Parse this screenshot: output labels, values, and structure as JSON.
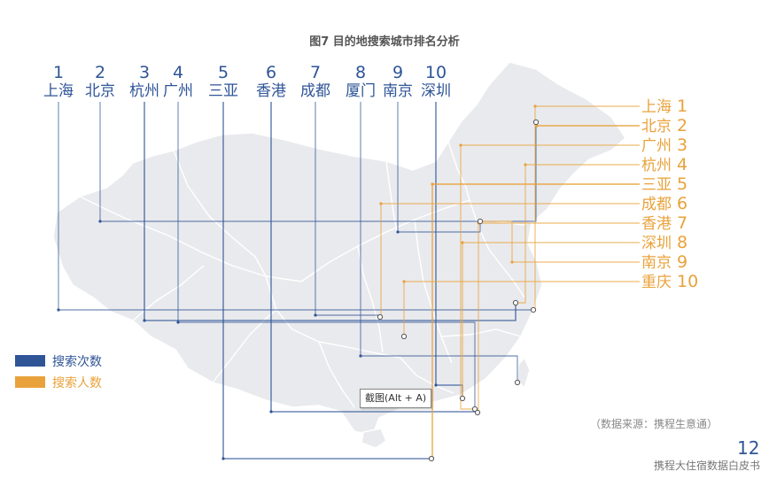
{
  "page": {
    "title": "图7 目的地搜索城市排名分析",
    "source_note": "（数据来源：携程生意通）",
    "page_number": "12",
    "footer": "携程大住宿数据白皮书",
    "tooltip": "截图(Alt + A)"
  },
  "colors": {
    "search_count": "#2F5597",
    "searcher_count": "#E9A23B",
    "map_fill": "#E9EAED",
    "map_border": "#FFFFFF"
  },
  "chart_data": {
    "type": "table",
    "title": "图7 目的地搜索城市排名分析",
    "legend": [
      {
        "name": "搜索次数",
        "color": "#2F5597"
      },
      {
        "name": "搜索人数",
        "color": "#E9A23B"
      }
    ],
    "legend_position": "left",
    "series": [
      {
        "name": "搜索次数",
        "ranks": [
          {
            "rank": 1,
            "city": "上海"
          },
          {
            "rank": 2,
            "city": "北京"
          },
          {
            "rank": 3,
            "city": "杭州"
          },
          {
            "rank": 4,
            "city": "广州"
          },
          {
            "rank": 5,
            "city": "三亚"
          },
          {
            "rank": 6,
            "city": "香港"
          },
          {
            "rank": 7,
            "city": "成都"
          },
          {
            "rank": 8,
            "city": "厦门"
          },
          {
            "rank": 9,
            "city": "南京"
          },
          {
            "rank": 10,
            "city": "深圳"
          }
        ]
      },
      {
        "name": "搜索人数",
        "ranks": [
          {
            "rank": 1,
            "city": "上海"
          },
          {
            "rank": 2,
            "city": "北京"
          },
          {
            "rank": 3,
            "city": "广州"
          },
          {
            "rank": 4,
            "city": "杭州"
          },
          {
            "rank": 5,
            "city": "三亚"
          },
          {
            "rank": 6,
            "city": "成都"
          },
          {
            "rank": 7,
            "city": "香港"
          },
          {
            "rank": 8,
            "city": "深圳"
          },
          {
            "rank": 9,
            "city": "南京"
          },
          {
            "rank": 10,
            "city": "重庆"
          }
        ]
      }
    ]
  }
}
